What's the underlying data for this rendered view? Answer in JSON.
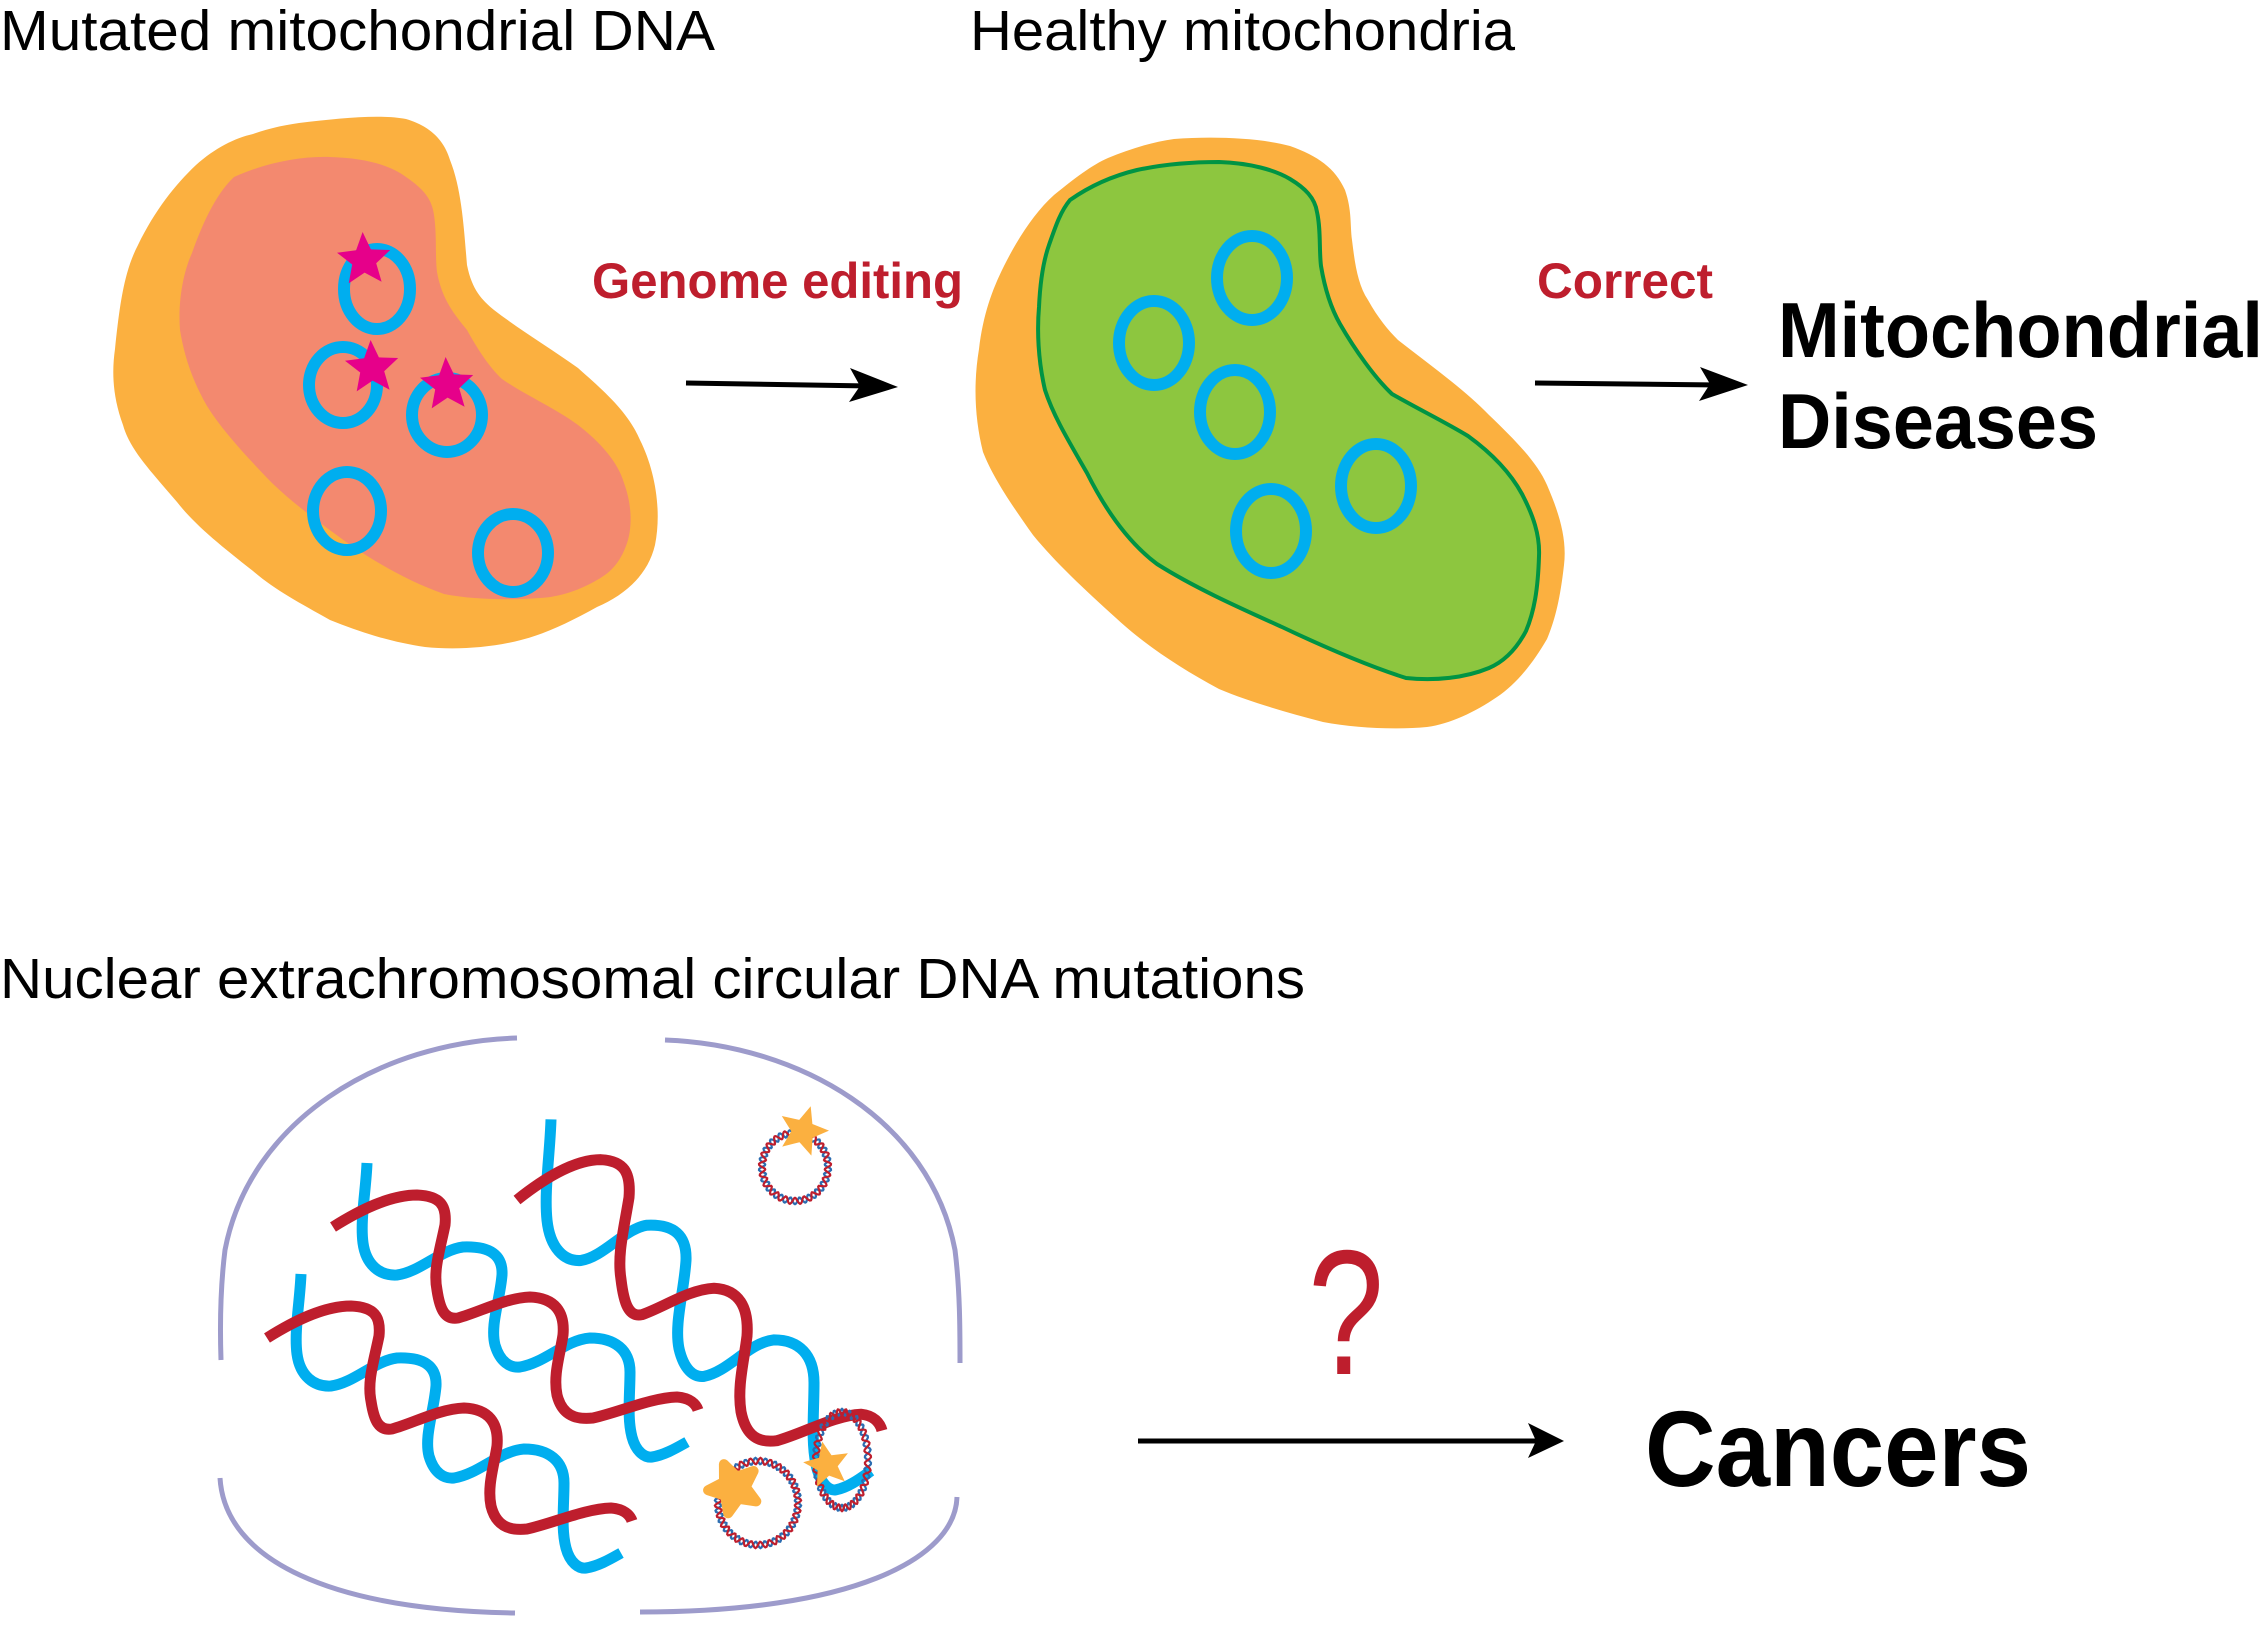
{
  "figure": {
    "colors": {
      "membrane_outer": "#FBB040",
      "matrix_mutated": "#F3896F",
      "matrix_healthy": "#8DC63F",
      "matrix_healthy_outline": "#009444",
      "mtdna_ring": "#00AEEF",
      "mutation_star": "#E6008A",
      "ecdna_mutation": "#FBB040",
      "strand_blue": "#00AEEF",
      "strand_red": "#BE1E2D",
      "nuclear_envelope": "#9D9BCB",
      "process_label": "#BE1E2D",
      "arrow": "#000000"
    },
    "top_panel": {
      "mutated_title": "Mutated mitochondrial DNA",
      "healthy_title": "Healthy mitochondria",
      "step1_label": "Genome editing",
      "step2_label": "Correct",
      "outcome_line1": "Mitochondrial",
      "outcome_line2": "Diseases",
      "mutated_mtdna_rings": 5,
      "mutated_rings_with_mutation": 3,
      "healthy_mtdna_rings": 5
    },
    "bottom_panel": {
      "title": "Nuclear extrachromosomal circular DNA mutations",
      "question_mark": "?",
      "outcome": "Cancers",
      "chromosome_helices": 3,
      "ecdna_circles": 3
    }
  }
}
